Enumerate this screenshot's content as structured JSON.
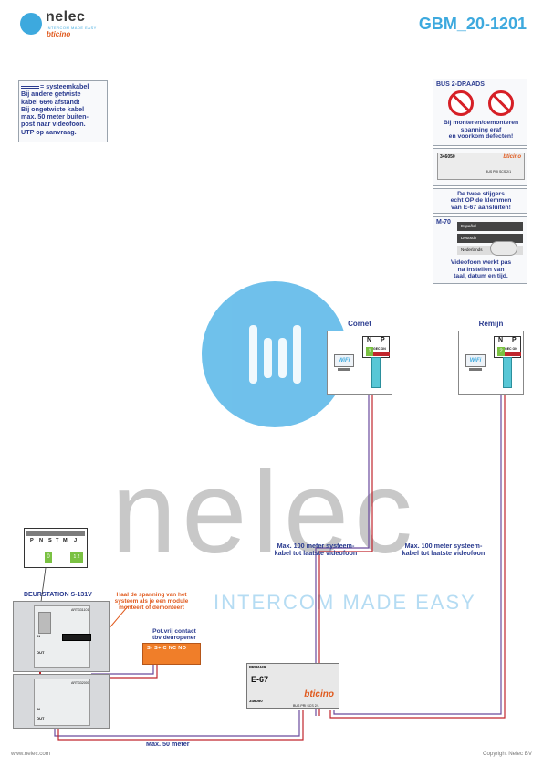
{
  "header": {
    "brand": "nelec",
    "brand_tagline": "INTERCOM MADE EASY",
    "partner": "bticino",
    "doc_code": "GBM_20-1201"
  },
  "watermark": {
    "word": "nelec",
    "tagline": "INTERCOM MADE EASY"
  },
  "note": {
    "legend": "= systeemkabel",
    "lines": [
      "Bij andere getwiste",
      "kabel 66% afstand!",
      "Bij ongetwiste kabel",
      "max. 50 meter buiten-",
      "post naar videofoon.",
      "UTP op aanvraag."
    ]
  },
  "bus_box": {
    "title": "BUS 2-DRAADS",
    "warning": [
      "Bij monteren/demonteren",
      "spanning eraf",
      "en voorkom defecten!"
    ]
  },
  "module_box": {
    "code": "346050",
    "brand": "bticino",
    "terminals": "BUS  PRI  SCS  2/1"
  },
  "stijger_box": {
    "text": [
      "De twee stijgers",
      "echt OP de klemmen",
      "van E-67 aansluiten!"
    ]
  },
  "m70_box": {
    "label": "M-70",
    "languages": [
      "Español",
      "Deutsch",
      "Nederlands"
    ],
    "text": [
      "Videofoon werkt pas",
      "na instellen van",
      "taal, datum en tijd."
    ]
  },
  "monitors": [
    {
      "name": "Cornet",
      "n": "N",
      "p": "P",
      "num": "1",
      "wifi": "WiFi",
      "sw": "GEC ON"
    },
    {
      "name": "Remijn",
      "n": "N",
      "p": "P",
      "num": "2",
      "wifi": "WiFi",
      "sw": "GEC ON"
    }
  ],
  "cables": {
    "cornet": [
      "Max. 100 meter systeem-",
      "kabel tot laatste videofoon"
    ],
    "remijn": [
      "Max. 100 meter systeem-",
      "kabel tot laatste videofoon"
    ],
    "door": "Max. 50 meter"
  },
  "door_station": {
    "title": "DEURSTATION S-131V",
    "warning": [
      "Haal de spanning van het",
      "systeem als je een module",
      "monteert of demonteert"
    ],
    "module_top": "ART.331101",
    "module_bottom": "ART.332000",
    "in": "IN",
    "out": "OUT",
    "keypad": [
      "P",
      "N",
      "S",
      "T",
      "M",
      "J"
    ],
    "keypad_num": "0",
    "keypad_num2": "1 2"
  },
  "relay": {
    "label": [
      "Pot.vrij contact",
      "tbv deuropener"
    ],
    "terminals": "S-  S+ C  NC NO"
  },
  "e67": {
    "primair": "PRIMAIR",
    "name": "E-67",
    "code": "346050",
    "brand": "bticino",
    "terminals": "BUS  PRI  SCS  2/1"
  },
  "footer": {
    "left": "www.nelec.com",
    "right": "Copyright Nelec BV"
  },
  "colors": {
    "nelec_blue": "#3da9de",
    "text_navy": "#2a3b8f",
    "bticino_orange": "#e05a1e",
    "relay_orange": "#f07e29",
    "wire_purple": "#6a4b9c",
    "wire_red": "#c0262d"
  }
}
